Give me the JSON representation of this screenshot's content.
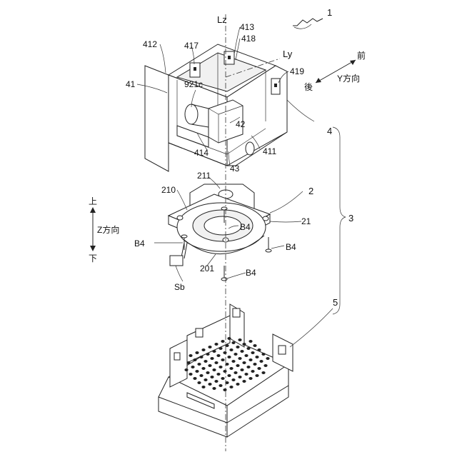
{
  "labels": {
    "fig_ref": "1",
    "lz": "Lz",
    "ly": "Ly",
    "p413": "413",
    "p418": "418",
    "p412": "412",
    "p417": "417",
    "p419": "419",
    "p41": "41",
    "p921c": "921c",
    "p42": "42",
    "p414": "414",
    "p411": "411",
    "p43": "43",
    "p4": "4",
    "p211": "211",
    "p210": "210",
    "p2": "2",
    "p21": "21",
    "p3": "3",
    "b4_center": "B4",
    "b4_left": "B4",
    "b4_right": "B4",
    "b4_bottom": "B4",
    "p201": "201",
    "sb": "Sb",
    "p5": "5"
  },
  "direction_y": {
    "front": "前",
    "back": "後",
    "label": "Y方向"
  },
  "direction_z": {
    "up": "上",
    "down": "下",
    "label": "Z方向"
  }
}
